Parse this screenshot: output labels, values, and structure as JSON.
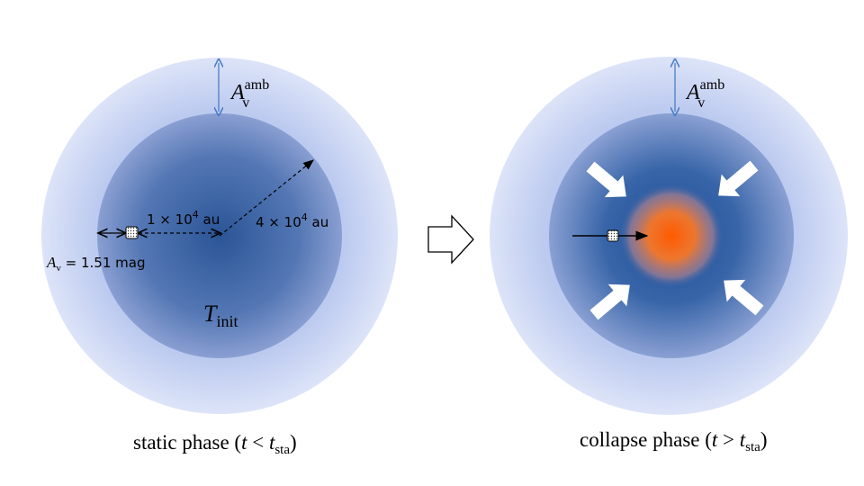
{
  "static_panel": {
    "ambient_label": {
      "main": "A",
      "sup": "amb",
      "sub": "v"
    },
    "inner_label": {
      "prefix": "1 × 10",
      "exp": "4",
      "unit": " au"
    },
    "outer_label": {
      "prefix": "4 × 10",
      "exp": "4",
      "unit": " au"
    },
    "av_label": {
      "main": "A",
      "sub": "v",
      "rest": " = 1.51 mag"
    },
    "temp_label": {
      "main": "T",
      "sub": "init"
    },
    "caption": {
      "pre": "static phase (",
      "t": "t",
      "op": " < ",
      "t2": "t",
      "sub": "sta",
      "post": ")"
    }
  },
  "collapse_panel": {
    "ambient_label": {
      "main": "A",
      "sup": "amb",
      "sub": "v"
    },
    "caption": {
      "pre": "collapse phase (",
      "t": "t",
      "op": " > ",
      "t2": "t",
      "sub": "sta",
      "post": ")"
    }
  },
  "colors": {
    "outer_halo": "#c9d3f3",
    "core_blue": "#2f5a9a",
    "hot_center": "#ff6a10",
    "arrow_blue": "#4a7cc6"
  }
}
